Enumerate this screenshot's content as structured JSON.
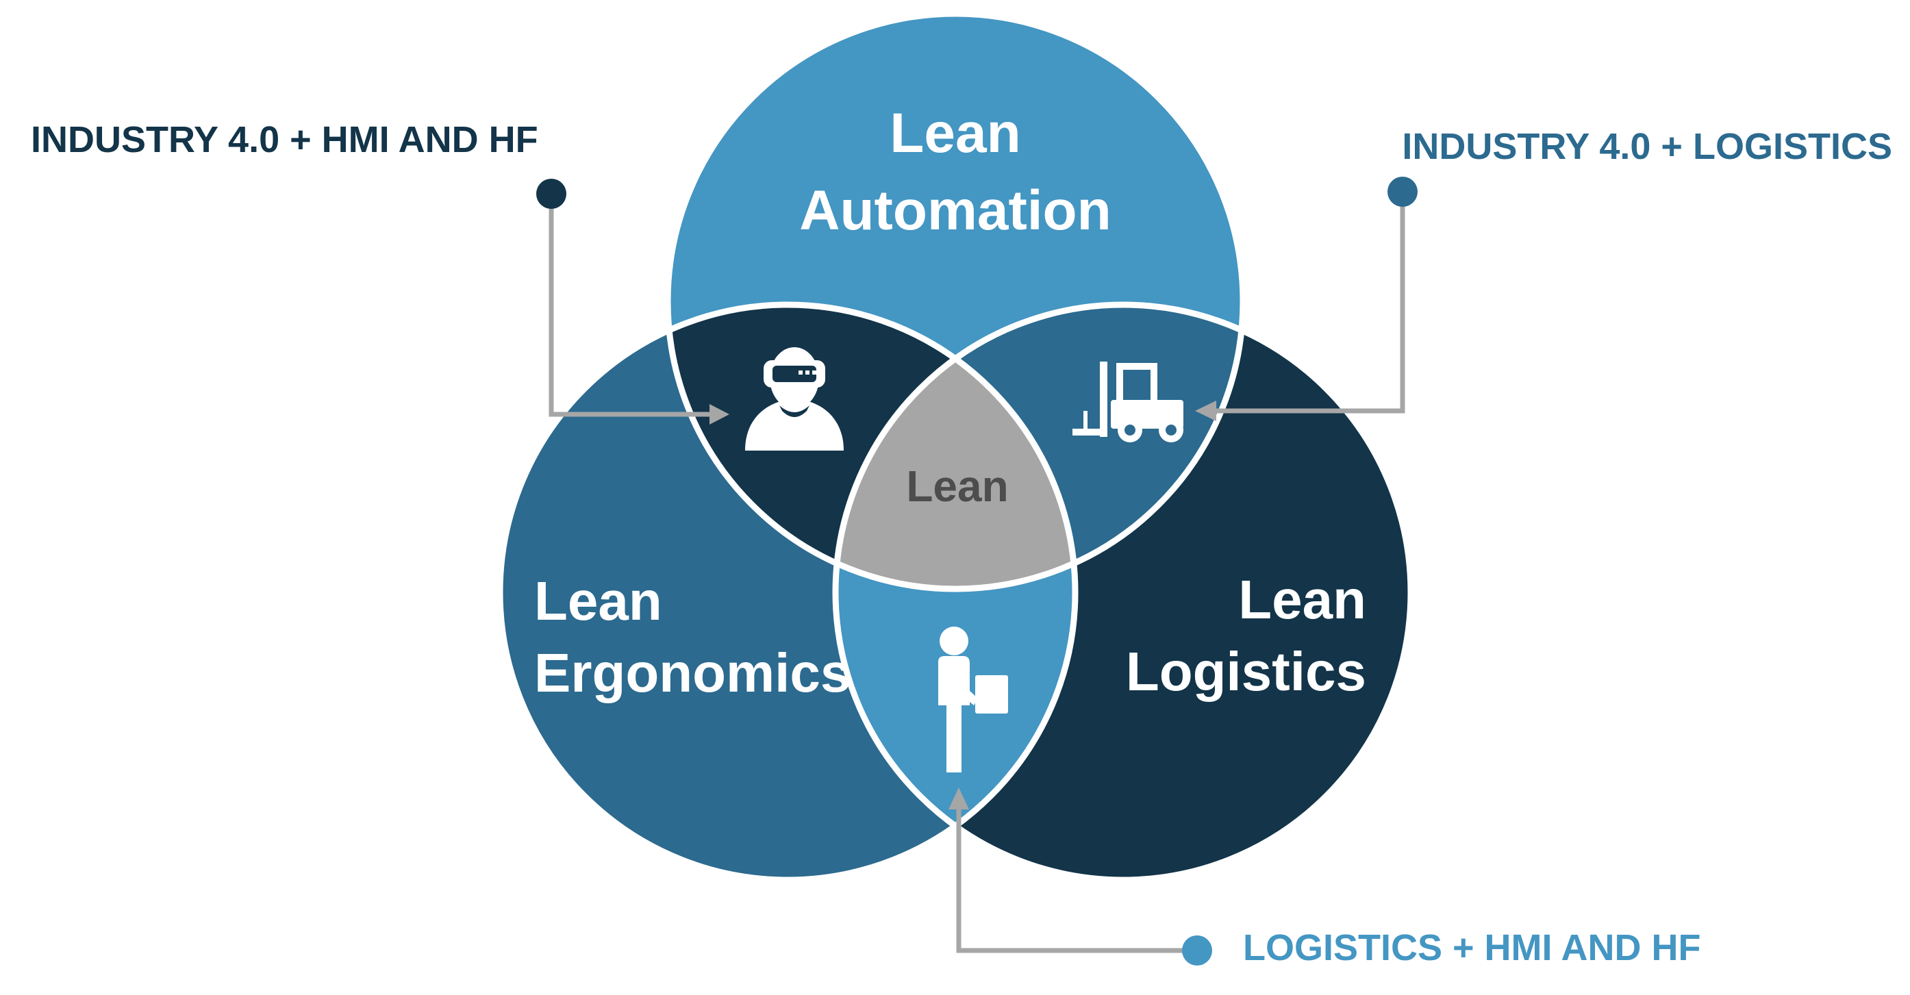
{
  "circles": {
    "top": {
      "line1": "Lean",
      "line2": "Automation"
    },
    "left": {
      "line1": "Lean",
      "line2": "Ergonomics"
    },
    "right": {
      "line1": "Lean",
      "line2": "Logistics"
    }
  },
  "center": {
    "label": "Lean"
  },
  "callouts": {
    "top_left": "INDUSTRY 4.0 + HMI AND HF",
    "top_right": "INDUSTRY 4.0 + LOGISTICS",
    "bottom": "LOGISTICS + HMI AND HF"
  },
  "icons": {
    "top_left_overlap": "vr-headset-person-icon",
    "top_right_overlap": "forklift-icon",
    "bottom_overlap": "worker-carrying-box-icon"
  },
  "colors": {
    "automation": "#4496C3",
    "ergonomics": "#2C6A8F",
    "logistics": "#133449",
    "overlap_automation_ergonomics": "#133449",
    "overlap_automation_logistics": "#2C6A8F",
    "overlap_ergonomics_logistics": "#4496C3",
    "center": "#A6A6A6",
    "center_text": "#4D4D4D",
    "callout_top_left": "#133449",
    "callout_top_right": "#2C6A8F",
    "callout_bottom": "#4496C3",
    "connector": "#A6A6A6"
  }
}
